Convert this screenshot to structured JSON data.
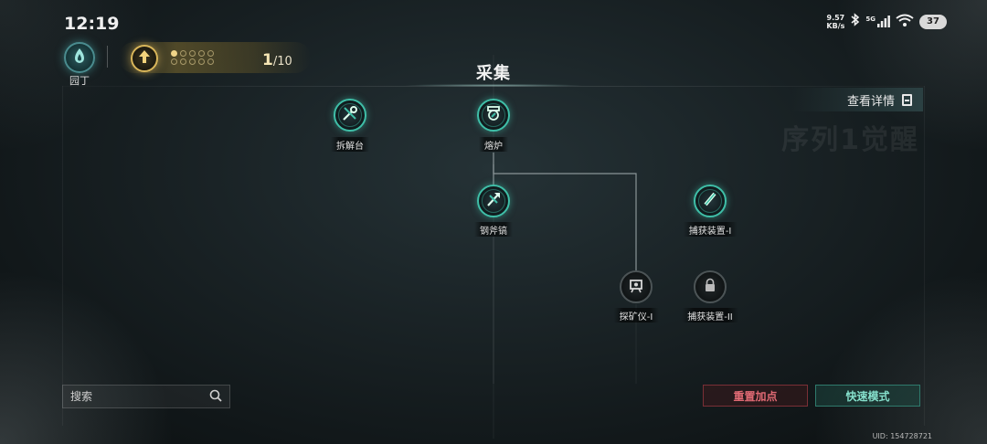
{
  "status_bar": {
    "time": "12:19",
    "net_speed_value": "9.57",
    "net_speed_unit": "KB/s",
    "network": "5G",
    "battery": "37",
    "icons": [
      "bluetooth-icon",
      "signal-icon",
      "wifi-icon"
    ]
  },
  "class": {
    "label": "园丁",
    "icon": "flame-drop-icon"
  },
  "level": {
    "current": "1",
    "total": "/10",
    "dots_total": 10,
    "dots_filled": 1
  },
  "page_title": "采集",
  "details_label": "查看详情",
  "watermark": "序列1觉醒",
  "nodes": {
    "chaijietai": {
      "label": "拆解台",
      "icon": "wrench-gear-icon",
      "state": "active"
    },
    "ronglu": {
      "label": "熔炉",
      "icon": "furnace-icon",
      "state": "active"
    },
    "gangfugao": {
      "label": "钢斧镐",
      "icon": "axe-pick-icon",
      "state": "active"
    },
    "buhuo1": {
      "label": "捕获装置-I",
      "icon": "capture-device-icon",
      "state": "active"
    },
    "tankuangyi1": {
      "label": "探矿仪-I",
      "icon": "scanner-icon",
      "state": "inactive"
    },
    "buhuo2": {
      "label": "捕获装置-II",
      "icon": "lock-icon",
      "state": "inactive"
    }
  },
  "search": {
    "placeholder": "搜索"
  },
  "reset_label": "重置加点",
  "quick_label": "快速模式",
  "uid": "UID: 154728721",
  "colors": {
    "accent": "#3fbfa8",
    "gold": "#d9b65a",
    "reset": "#e06a74",
    "quick": "#86e0cc"
  }
}
